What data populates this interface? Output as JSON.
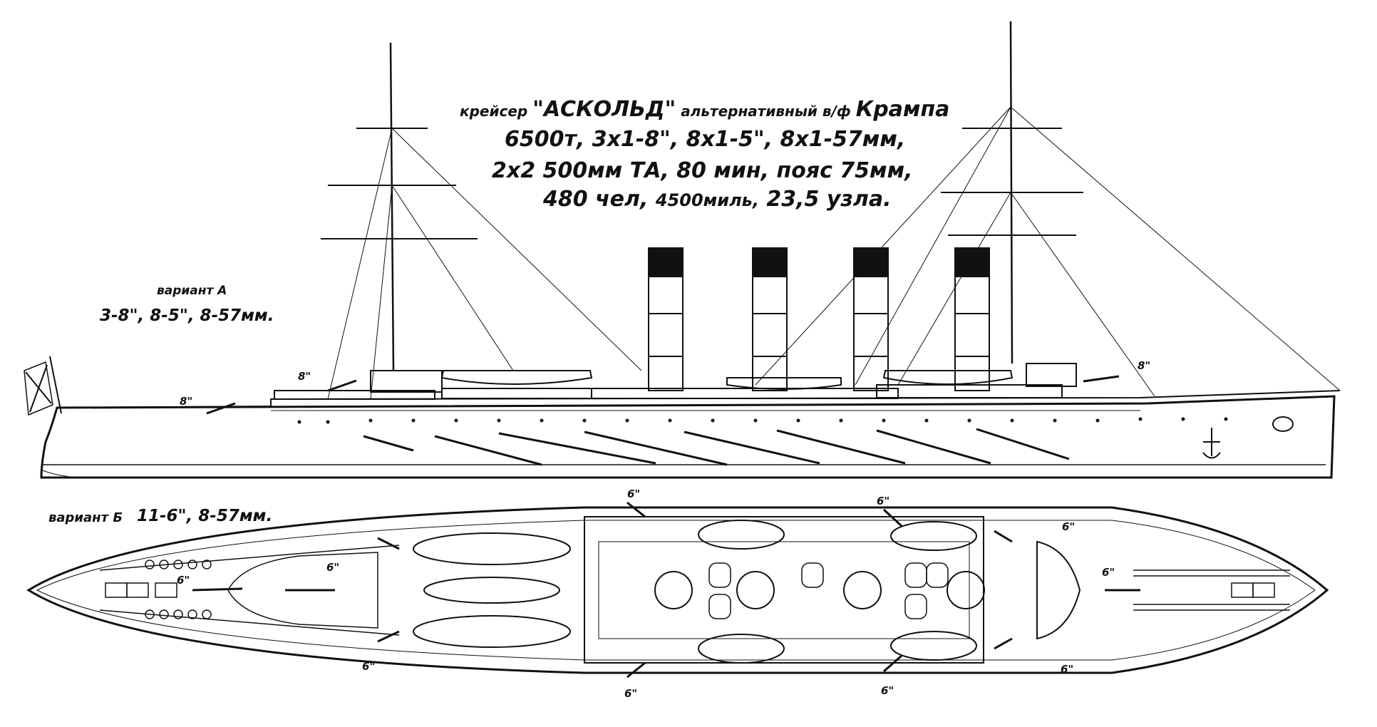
{
  "title": {
    "prefix": "крейсер",
    "name": "\"АСКОЛЬД\"",
    "suffix": "альтернативный  в/ф",
    "builder": "Крампа"
  },
  "specs": {
    "line1": "6500т, 3х1-8\", 8х1-5\", 8х1-57мм,",
    "line2": "2х2 500мм ТА, 80 мин, пояс 75мм,",
    "line3_a": "480 чел,",
    "line3_b": "4500миль,",
    "line3_c": "23,5 узла."
  },
  "variant_a": {
    "heading": "вариант А",
    "armament": "3-8\", 8-5\", 8-57мм.",
    "gun_label": "8\""
  },
  "variant_b": {
    "heading": "вариант Б",
    "armament": "11-6\", 8-57мм.",
    "gun_label": "6\""
  },
  "colors": {
    "ink": "#111111",
    "paper": "#ffffff"
  }
}
